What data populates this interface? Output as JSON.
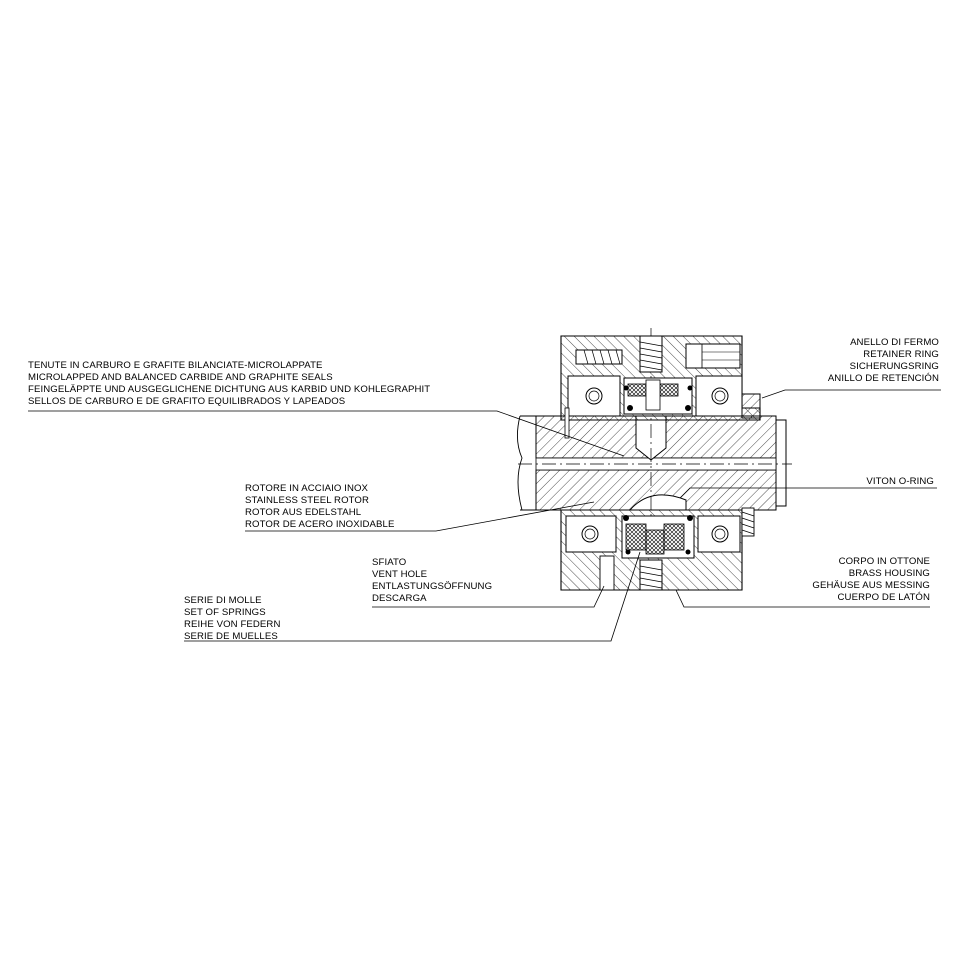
{
  "labels": {
    "seals": {
      "it": "TENUTE IN CARBURO E GRAFITE BILANCIATE-MICROLAPPATE",
      "en": "MICROLAPPED AND BALANCED CARBIDE AND GRAPHITE SEALS",
      "de": "FEINGELÄPPTE UND AUSGEGLICHENE DICHTUNG AUS KARBID UND KOHLEGRAPHIT",
      "es": "SELLOS DE CARBURO E DE GRAFITO EQUILIBRADOS Y LAPEADOS"
    },
    "retainer": {
      "it": "ANELLO DI FERMO",
      "en": "RETAINER RING",
      "de": "SICHERUNGSRING",
      "es": "ANILLO DE RETENCIÓN"
    },
    "rotor": {
      "it": "ROTORE IN ACCIAIO INOX",
      "en": "STAINLESS STEEL ROTOR",
      "de": "ROTOR AUS EDELSTAHL",
      "es": "ROTOR DE ACERO INOXIDABLE"
    },
    "oring": {
      "en": "VITON O-RING"
    },
    "vent": {
      "it": "SFIATO",
      "en": "VENT HOLE",
      "de": "ENTLASTUNGSÖFFNUNG",
      "es": "DESCARGA"
    },
    "housing": {
      "it": "CORPO IN OTTONE",
      "en": "BRASS HOUSING",
      "de": "GEHÄUSE AUS MESSING",
      "es": "CUERPO DE LATÓN"
    },
    "springs": {
      "it": "SERIE DI MOLLE",
      "en": "SET OF SPRINGS",
      "de": "REIHE VON FEDERN",
      "es": "SERIE DE MUELLES"
    }
  },
  "colors": {
    "line": "#000000",
    "background": "#ffffff"
  }
}
